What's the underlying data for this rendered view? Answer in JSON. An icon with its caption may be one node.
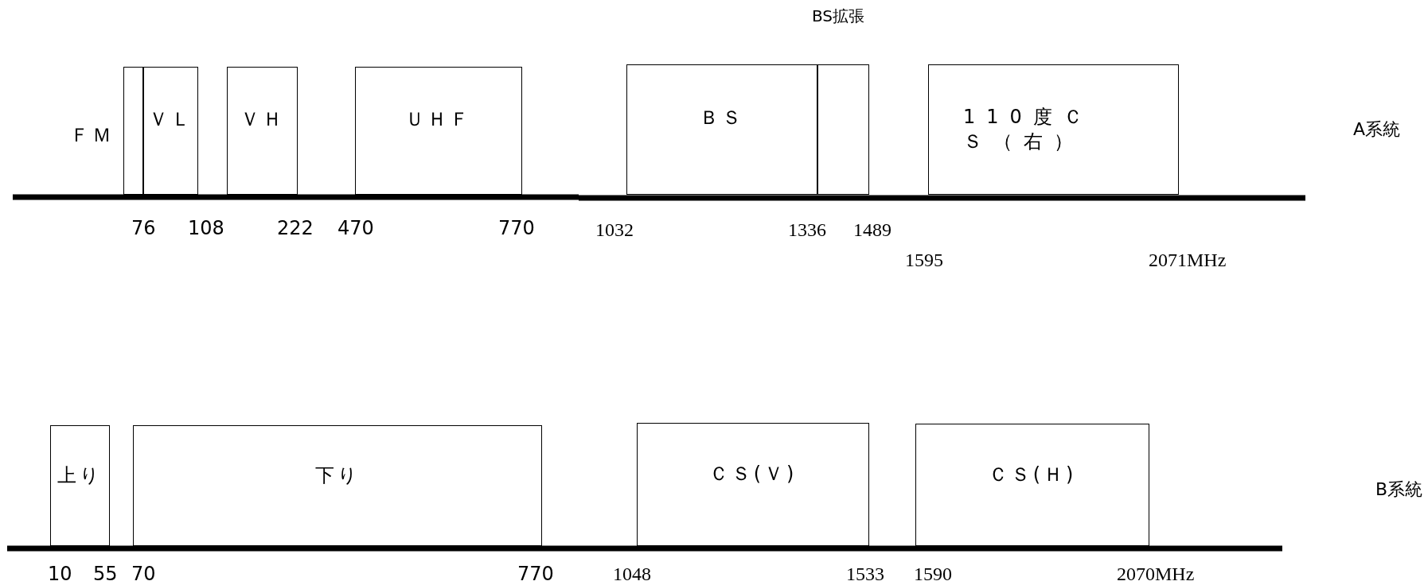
{
  "diagram": {
    "nodes": [
      {
        "text": [
          "ＦＭ"
        ]
      },
      {
        "text": [
          "ＶＬ"
        ]
      },
      {
        "text": [
          "ＶＨ"
        ]
      },
      {
        "text": [
          "ＵＨＦ"
        ]
      },
      {
        "text": [
          "ＢＳ"
        ]
      },
      {
        "text": [
          "BS拡張"
        ]
      },
      {
        "text": [
          "110度ＣＳ（右）"
        ]
      },
      {
        "text": [
          "上り"
        ]
      },
      {
        "text": [
          "下り"
        ]
      },
      {
        "text": [
          "ＣＳ(Ｖ)"
        ]
      },
      {
        "text": [
          "ＣＳ(Ｈ)"
        ]
      }
    ],
    "labels": [
      "A系統",
      "76",
      "108",
      "222",
      "470",
      "770",
      "1032",
      "1336",
      "1489",
      "1595",
      "2071MHz",
      "B系統",
      "10",
      "55",
      "70",
      "770",
      "1048",
      "1533",
      "1590",
      "2070MHz"
    ]
  }
}
